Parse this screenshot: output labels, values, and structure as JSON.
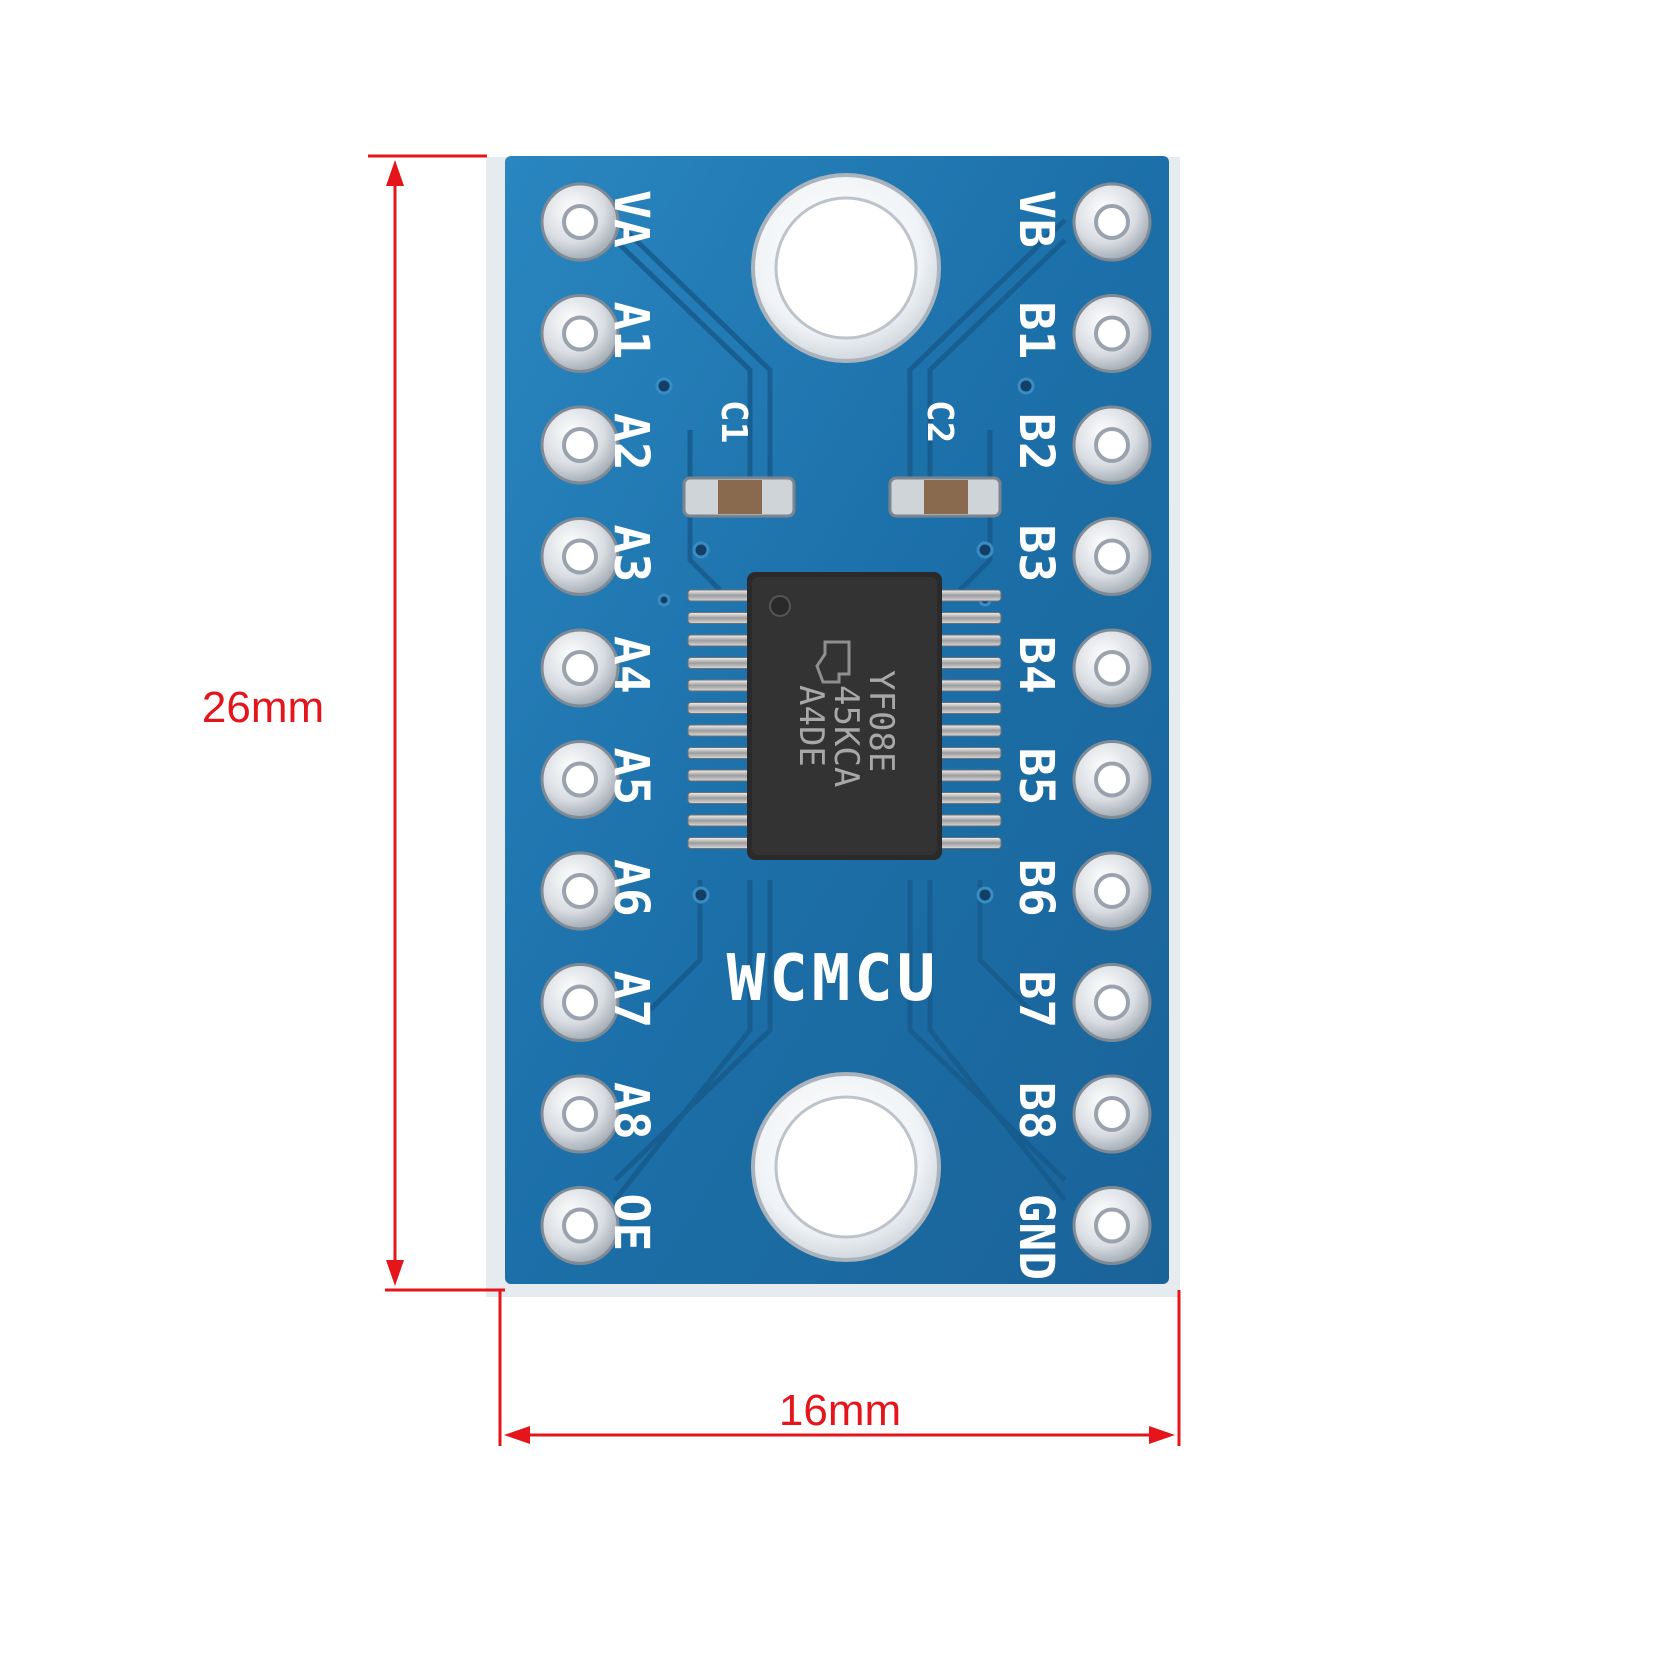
{
  "dimensions": {
    "height_label": "26mm",
    "width_label": "16mm",
    "color": "#e4161b"
  },
  "board": {
    "brand": "WCMCU",
    "pcb_color": "#1c6fa8",
    "left_pins": [
      "VA",
      "A1",
      "A2",
      "A3",
      "A4",
      "A5",
      "A6",
      "A7",
      "A8",
      "OE"
    ],
    "right_pins": [
      "VB",
      "B1",
      "B2",
      "B3",
      "B4",
      "B5",
      "B6",
      "B7",
      "B8",
      "GND"
    ],
    "capacitors": [
      "C1",
      "C2"
    ],
    "chip_marking": [
      "YF08E",
      "45KCA",
      "A4DE"
    ],
    "chip_logo": "ti-logo-icon"
  }
}
